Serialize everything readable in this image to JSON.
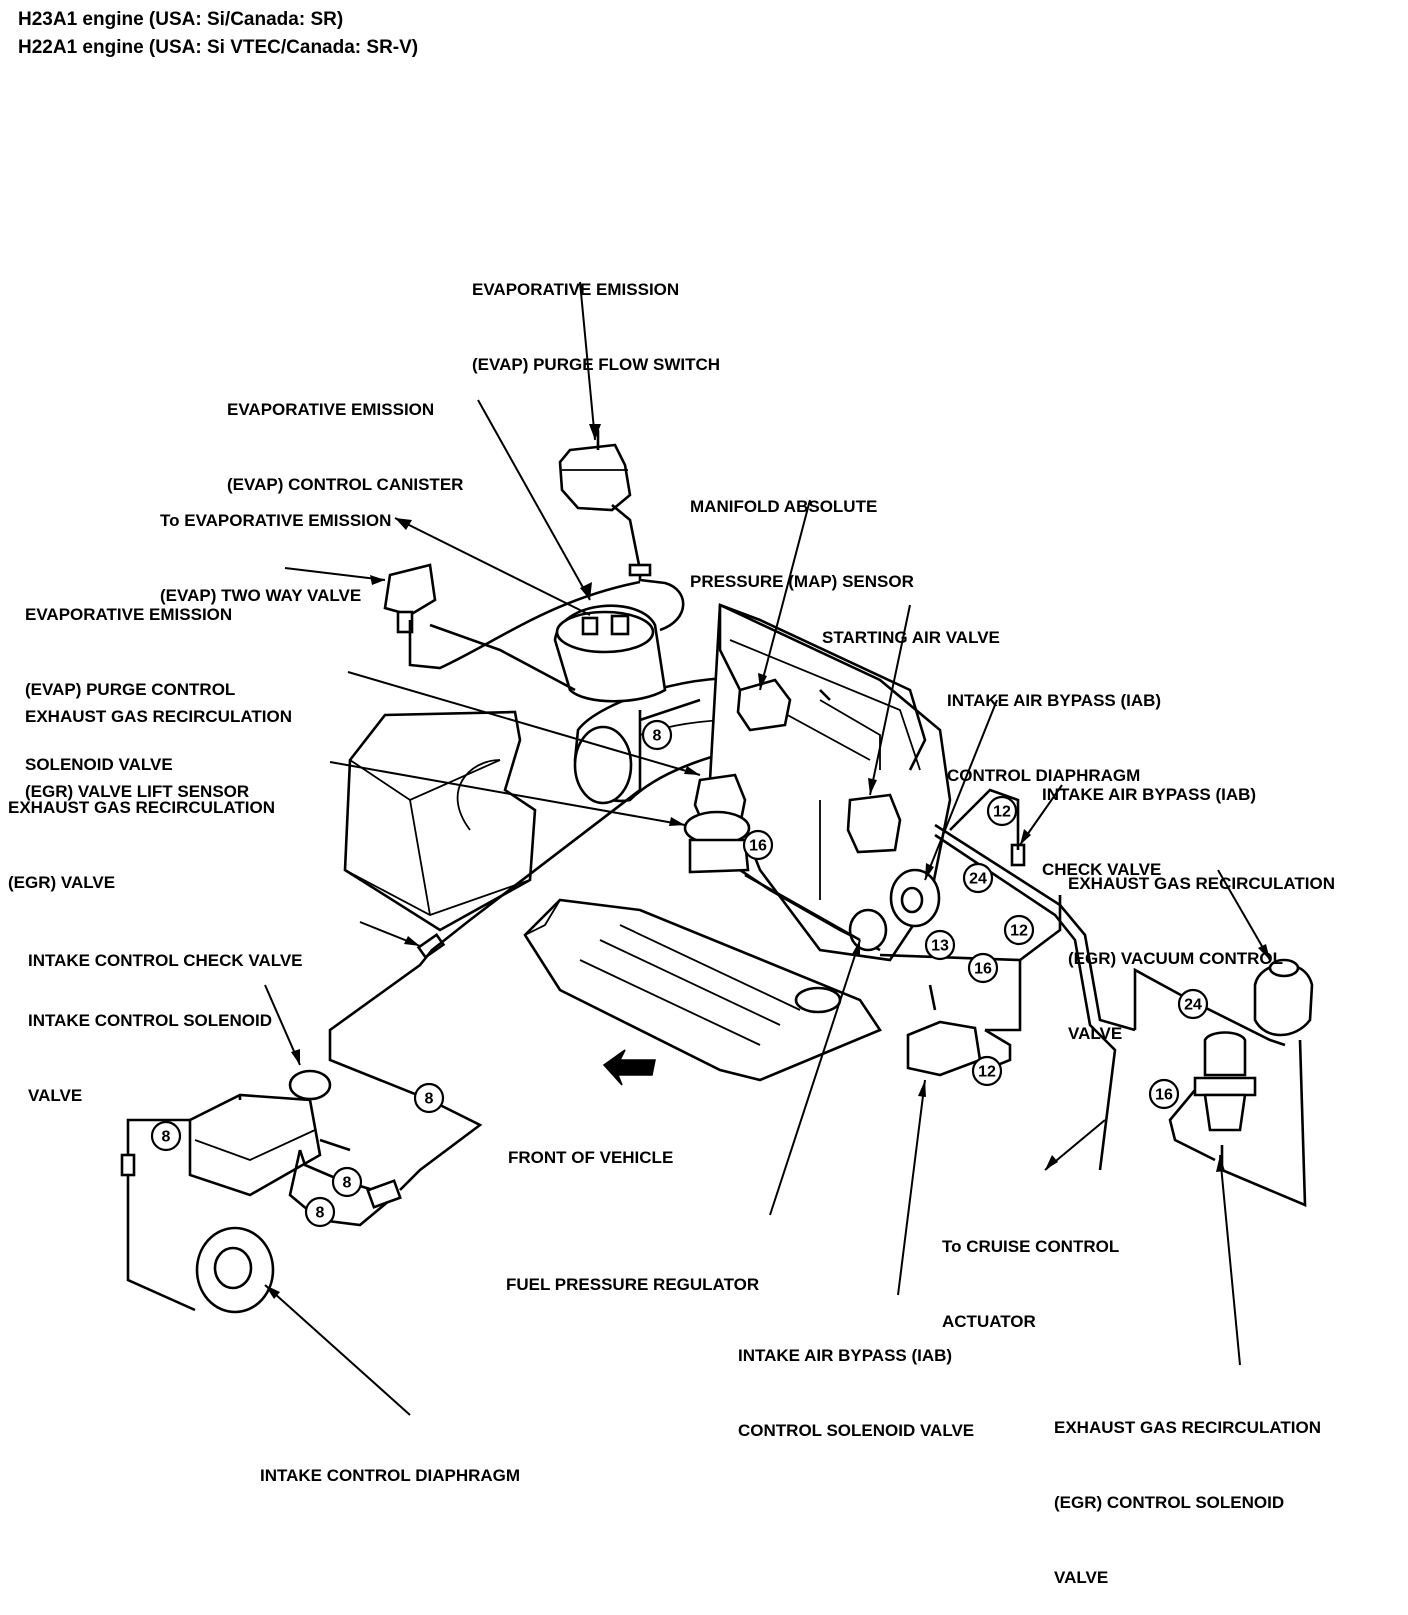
{
  "header": {
    "line1": "H23A1 engine (USA: Si/Canada: SR)",
    "line2": "H22A1 engine (USA: Si VTEC/Canada: SR-V)"
  },
  "labels": {
    "evap_purge_flow_switch": [
      "EVAPORATIVE EMISSION",
      "(EVAP) PURGE FLOW SWITCH"
    ],
    "evap_control_canister": [
      "EVAPORATIVE EMISSION",
      "(EVAP) CONTROL CANISTER"
    ],
    "to_evap_two_way_valve": [
      "To EVAPORATIVE EMISSION",
      "(EVAP) TWO WAY VALVE"
    ],
    "evap_purge_control_solenoid": [
      "EVAPORATIVE EMISSION",
      "(EVAP) PURGE CONTROL",
      "SOLENOID VALVE"
    ],
    "egr_valve_lift_sensor": [
      "EXHAUST GAS RECIRCULATION",
      "(EGR) VALVE LIFT SENSOR"
    ],
    "egr_valve": [
      "EXHAUST GAS RECIRCULATION",
      "(EGR) VALVE"
    ],
    "map_sensor": [
      "MANIFOLD ABSOLUTE",
      "PRESSURE (MAP) SENSOR"
    ],
    "starting_air_valve": [
      "STARTING AIR VALVE"
    ],
    "iab_control_diaphragm": [
      "INTAKE AIR BYPASS (IAB)",
      "CONTROL DIAPHRAGM"
    ],
    "iab_check_valve": [
      "INTAKE AIR BYPASS (IAB)",
      "CHECK VALVE"
    ],
    "egr_vacuum_control_valve": [
      "EXHAUST GAS RECIRCULATION",
      "(EGR) VACUUM CONTROL",
      "VALVE"
    ],
    "intake_control_check_valve": [
      "INTAKE CONTROL CHECK VALVE"
    ],
    "intake_control_solenoid": [
      "INTAKE CONTROL SOLENOID",
      "VALVE"
    ],
    "front_of_vehicle": [
      "FRONT OF VEHICLE"
    ],
    "fuel_pressure_regulator": [
      "FUEL PRESSURE REGULATOR"
    ],
    "to_cruise_control_actuator": [
      "To CRUISE CONTROL",
      "ACTUATOR"
    ],
    "iab_control_solenoid": [
      "INTAKE AIR BYPASS (IAB)",
      "CONTROL SOLENOID VALVE"
    ],
    "egr_control_solenoid": [
      "EXHAUST GAS RECIRCULATION",
      "(EGR) CONTROL SOLENOID",
      "VALVE"
    ],
    "intake_control_diaphragm": [
      "INTAKE CONTROL DIAPHRAGM"
    ]
  },
  "hose_sizes": {
    "intake_upper": "8",
    "egr_valve": "16",
    "iab_check_top": "12",
    "iab_diaphragm": "24",
    "iab_check_lower": "12",
    "iab_diaphragm_lower": "13",
    "fuel_reg": "16",
    "iab_solenoid": "12",
    "egr_vacuum": "24",
    "egr_solenoid": "16",
    "intake_mid": "8",
    "intake_left": "8",
    "intake_sol_a": "8",
    "intake_sol_b": "8"
  }
}
